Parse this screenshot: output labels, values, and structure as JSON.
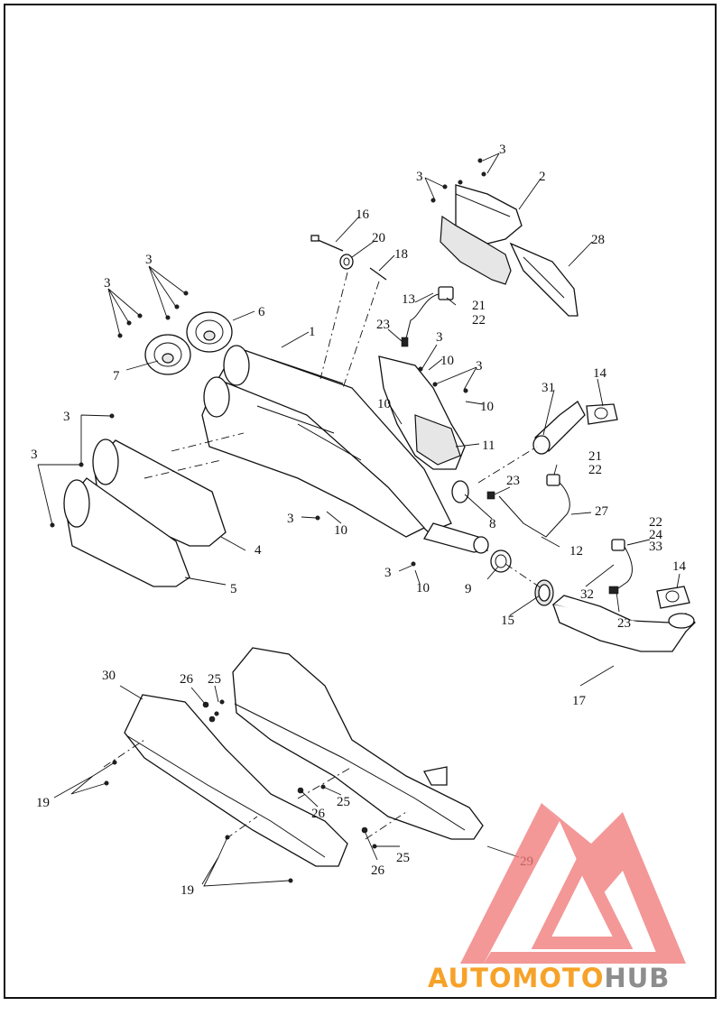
{
  "callouts": [
    "1",
    "2",
    "3",
    "4",
    "5",
    "6",
    "7",
    "8",
    "9",
    "10",
    "11",
    "12",
    "13",
    "14",
    "15",
    "16",
    "17",
    "18",
    "19",
    "20",
    "21",
    "22",
    "23",
    "24",
    "25",
    "26",
    "27",
    "28",
    "29",
    "30",
    "31",
    "32",
    "33"
  ],
  "watermark": {
    "part1": "AUTOMOTO",
    "part2": "HUB",
    "color_primary": "#f6a229",
    "color_secondary": "#8d8d8d",
    "logo_color": "#f07a7a"
  }
}
